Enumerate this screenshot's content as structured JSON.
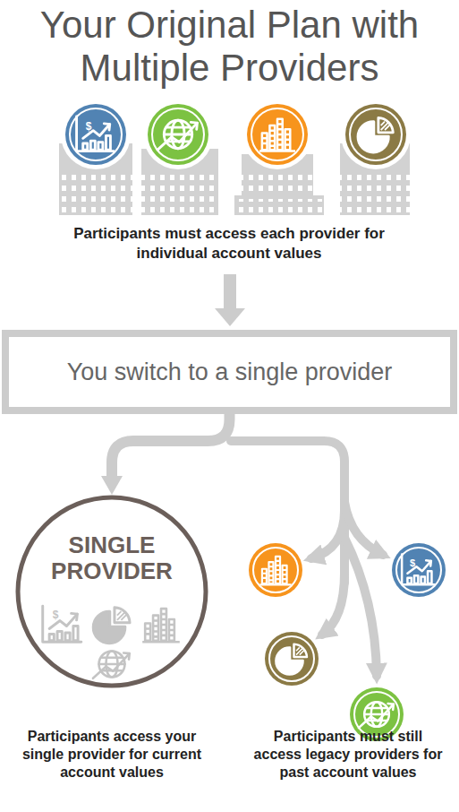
{
  "diagram": {
    "title": "Your Original Plan with Multiple Providers",
    "nodes": [
      {
        "text": [
          "You switch to a single provider"
        ]
      },
      {
        "text": [
          "SINGLE PROVIDER"
        ]
      }
    ],
    "edges": [
      {
        "from": 0,
        "to": 1,
        "arrow": "to"
      }
    ],
    "labels": [
      "$",
      "Participants must access each provider for individual account values",
      "$",
      "$",
      "Participants access your single provider for current account values",
      "Participants must still access legacy providers for past account values"
    ]
  }
}
